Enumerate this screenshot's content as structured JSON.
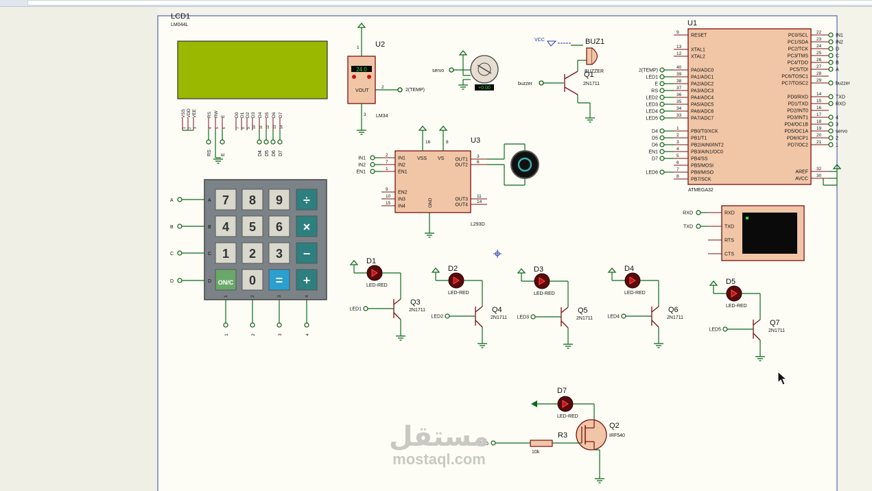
{
  "components": {
    "lcd": {
      "ref": "LCD1",
      "part": "LM044L",
      "pins": [
        "VSS",
        "VDD",
        "VEE",
        "RS",
        "RW",
        "E",
        "D0",
        "D1",
        "D2",
        "D3",
        "D4",
        "D5",
        "D6",
        "D7"
      ],
      "pin_nums": [
        "1",
        "2",
        "3",
        "4",
        "5",
        "6",
        "7",
        "8",
        "9",
        "10",
        "11",
        "12",
        "13",
        "14"
      ],
      "nets": [
        "RS",
        "RW",
        "E",
        "D4",
        "D5",
        "D6",
        "D7"
      ]
    },
    "u2": {
      "ref": "U2",
      "part": "LM34",
      "display": "24.0",
      "pin_vout": "VOUT",
      "pin_nums": [
        "1",
        "2",
        "3"
      ],
      "net": "2(TEMP)"
    },
    "servo": {
      "net": "servo",
      "display": "+0.00"
    },
    "buzzer": {
      "ref": "BUZ1",
      "part": "BUZZER",
      "vcc": "VCC",
      "net": "buzzer",
      "q_ref": "Q1",
      "q_part": "2N1711"
    },
    "u1": {
      "ref": "U1",
      "part": "ATMEGA32",
      "left": [
        {
          "num": "9",
          "pin": "RESET",
          "net": ""
        },
        {
          "num": "13",
          "pin": "XTAL1",
          "net": ""
        },
        {
          "num": "12",
          "pin": "XTAL2",
          "net": ""
        },
        {
          "num": "40",
          "pin": "PA0/ADC0",
          "net": "2(TEMP)"
        },
        {
          "num": "39",
          "pin": "PA1/ADC1",
          "net": "LED1"
        },
        {
          "num": "38",
          "pin": "PA2/ADC2",
          "net": "E"
        },
        {
          "num": "37",
          "pin": "PA3/ADC3",
          "net": "RS"
        },
        {
          "num": "36",
          "pin": "PA4/ADC4",
          "net": "LED2"
        },
        {
          "num": "35",
          "pin": "PA5/ADC5",
          "net": "LED3"
        },
        {
          "num": "34",
          "pin": "PA6/ADC6",
          "net": "LED4"
        },
        {
          "num": "33",
          "pin": "PA7/ADC7",
          "net": "LED5"
        },
        {
          "num": "1",
          "pin": "PB0/T0/XCK",
          "net": "D4"
        },
        {
          "num": "2",
          "pin": "PB1/T1",
          "net": "D5"
        },
        {
          "num": "3",
          "pin": "PB2/AIN0/INT2",
          "net": "D6"
        },
        {
          "num": "4",
          "pin": "PB3/AIN1/OC0",
          "net": "EN1"
        },
        {
          "num": "5",
          "pin": "PB4/SS",
          "net": "D7"
        },
        {
          "num": "6",
          "pin": "PB5/MOSI",
          "net": ""
        },
        {
          "num": "7",
          "pin": "PB6/MISO",
          "net": "LED6"
        },
        {
          "num": "8",
          "pin": "PB7/SCK",
          "net": ""
        }
      ],
      "right": [
        {
          "num": "22",
          "pin": "PC0/SCL",
          "net": "IN1"
        },
        {
          "num": "23",
          "pin": "PC1/SDA",
          "net": "IN2"
        },
        {
          "num": "24",
          "pin": "PC2/TCK",
          "net": "D"
        },
        {
          "num": "25",
          "pin": "PC3/TMS",
          "net": "C"
        },
        {
          "num": "26",
          "pin": "PC4/TDO",
          "net": "B"
        },
        {
          "num": "27",
          "pin": "PC5/TDI",
          "net": "A"
        },
        {
          "num": "28",
          "pin": "PC6/TOSC1",
          "net": ""
        },
        {
          "num": "29",
          "pin": "PC7/TOSC2",
          "net": "buzzer"
        },
        {
          "num": "14",
          "pin": "PD0/RXD",
          "net": "TXD"
        },
        {
          "num": "15",
          "pin": "PD1/TXD",
          "net": "RXD"
        },
        {
          "num": "16",
          "pin": "PD2/INT0",
          "net": ""
        },
        {
          "num": "17",
          "pin": "PD3/INT1",
          "net": "4"
        },
        {
          "num": "18",
          "pin": "PD4/OC1B",
          "net": "3"
        },
        {
          "num": "19",
          "pin": "PD5/OC1A",
          "net": "servo"
        },
        {
          "num": "20",
          "pin": "PD6/ICP1",
          "net": "2"
        },
        {
          "num": "21",
          "pin": "PD7/OC2",
          "net": "1"
        },
        {
          "num": "32",
          "pin": "AREF",
          "net": ""
        },
        {
          "num": "30",
          "pin": "AVCC",
          "net": ""
        }
      ]
    },
    "u3": {
      "ref": "U3",
      "part": "L293D",
      "left": [
        {
          "num": "2",
          "pin": "IN1",
          "net": "IN1"
        },
        {
          "num": "7",
          "pin": "IN2",
          "net": "IN2"
        },
        {
          "num": "1",
          "pin": "EN1",
          "net": "EN1"
        },
        {
          "num": "9",
          "pin": "EN2",
          "net": ""
        },
        {
          "num": "10",
          "pin": "IN3",
          "net": ""
        },
        {
          "num": "15",
          "pin": "IN4",
          "net": ""
        }
      ],
      "right": [
        {
          "num": "3",
          "pin": "OUT1"
        },
        {
          "num": "6",
          "pin": "OUT2"
        },
        {
          "num": "11",
          "pin": "OUT3"
        },
        {
          "num": "14",
          "pin": "OUT4"
        }
      ],
      "top": [
        {
          "num": "16",
          "pin": "VSS"
        },
        {
          "num": "8",
          "pin": "VS"
        }
      ],
      "gnd": "GND"
    },
    "keypad": {
      "rows": [
        "A",
        "B",
        "C",
        "D"
      ],
      "cols": [
        "1",
        "2",
        "3",
        "4"
      ],
      "keys": [
        "7",
        "8",
        "9",
        "÷",
        "4",
        "5",
        "6",
        "×",
        "1",
        "2",
        "3",
        "−",
        "ON/C",
        "0",
        "=",
        "+"
      ]
    },
    "terminal": {
      "pins": [
        "RXD",
        "TXD",
        "RTS",
        "CTS"
      ],
      "nets": [
        "RXD",
        "TXD"
      ]
    },
    "led_stages": [
      {
        "d": "D1",
        "led": "LED-RED",
        "q": "Q3",
        "qpart": "2N1711",
        "net": "LED1"
      },
      {
        "d": "D2",
        "led": "LED-RED",
        "q": "Q4",
        "qpart": "2N1711",
        "net": "LED2"
      },
      {
        "d": "D3",
        "led": "LED-RED",
        "q": "Q5",
        "qpart": "2N1711",
        "net": "LED3"
      },
      {
        "d": "D4",
        "led": "LED-RED",
        "q": "Q6",
        "qpart": "2N1711",
        "net": "LED4"
      },
      {
        "d": "D5",
        "led": "LED-RED",
        "q": "Q7",
        "qpart": "2N1711",
        "net": "LED5"
      }
    ],
    "mosfet_stage": {
      "d": "D7",
      "led": "LED-RED",
      "q": "Q2",
      "qpart": "IRF540",
      "r": "R3",
      "rval": "10k",
      "net": "LED6"
    }
  },
  "watermark": {
    "arabic": "مستقل",
    "latin": "mostaql.com"
  },
  "colors": {
    "wire": "#0a6a1a",
    "component": "#7a1010",
    "body": "#f1c6a6",
    "lcd_screen": "#9bb800",
    "key": "#d8d8cc",
    "key_op": "#2e7f7f",
    "key_on": "#6aa86a",
    "key_eq": "#2a9fd0",
    "led": "#cc1010"
  }
}
